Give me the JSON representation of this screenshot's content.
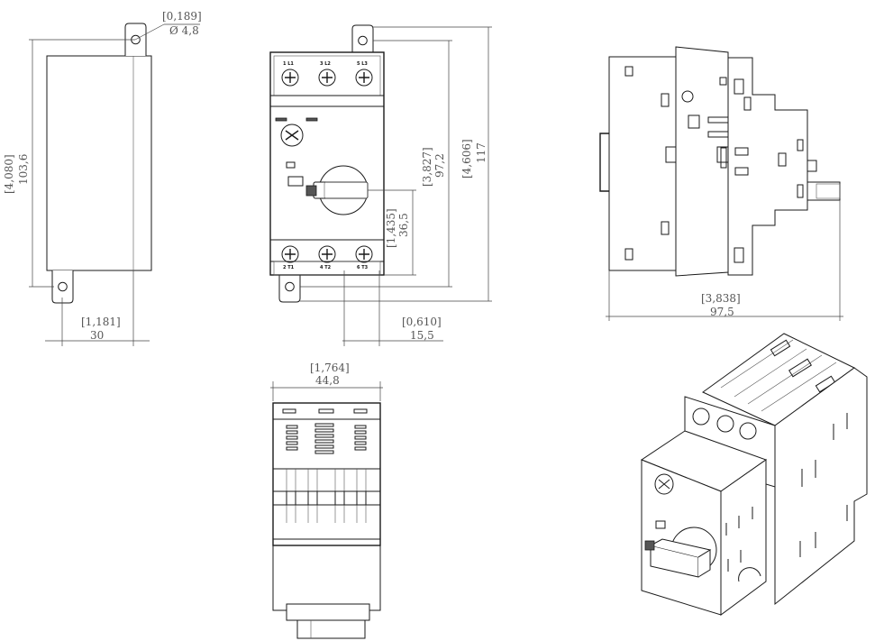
{
  "dimensions": {
    "hole_inch": "[0,189]",
    "hole_mm": "Ø 4,8",
    "side_height_inch": "[4,080]",
    "side_height_mm": "103,6",
    "side_width_inch": "[1,181]",
    "side_width_mm": "30",
    "front_h1_inch": "[3,827]",
    "front_h1_mm": "97,2",
    "front_h2_inch": "[4,606]",
    "front_h2_mm": "117",
    "front_knob_inch": "[1,435]",
    "front_knob_mm": "36,5",
    "front_offset_inch": "[0,610]",
    "front_offset_mm": "15,5",
    "top_width_inch": "[1,764]",
    "top_width_mm": "44,8",
    "depth_inch": "[3,838]",
    "depth_mm": "97,5"
  },
  "terminals": {
    "top": [
      "1 L1",
      "3 L2",
      "5 L3"
    ],
    "bottom": [
      "2 T1",
      "4 T2",
      "6 T3"
    ]
  },
  "colors": {
    "line": "#1a1a1a",
    "dimension_text": "#555555"
  }
}
